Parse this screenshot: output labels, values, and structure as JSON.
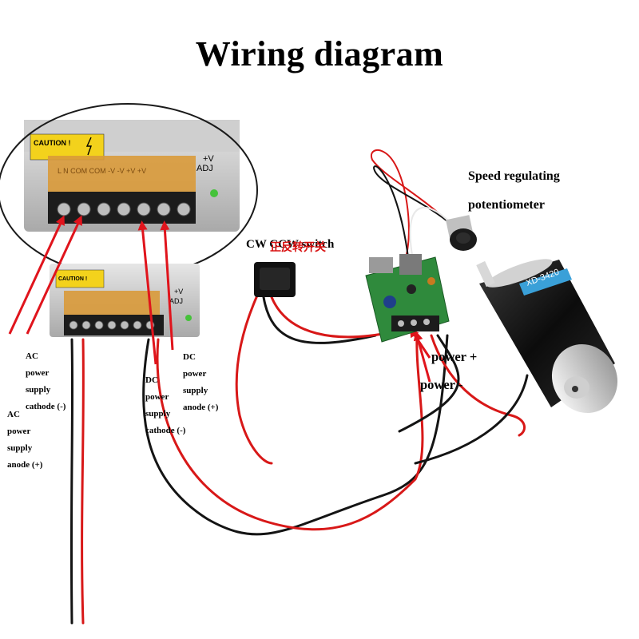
{
  "title": "Wiring diagram",
  "labels": {
    "ac_cathode": [
      "AC",
      "power",
      "supply",
      "cathode (-)"
    ],
    "ac_anode": [
      "AC",
      "power",
      "supply",
      "anode (+)"
    ],
    "dc_cathode": [
      "DC",
      "power",
      "supply",
      "cathode (-)"
    ],
    "dc_anode": [
      "DC",
      "power",
      "supply",
      "anode (+)"
    ],
    "speed_line1": "Speed regulating",
    "speed_line2": "potentiometer",
    "switch": "CW CCW switch",
    "switch_cn": "正反转开关",
    "power_plus": "power +",
    "power_minus": "power -"
  },
  "device_text": {
    "caution": "CAUTION !",
    "adj": "+V ADJ",
    "motor_model": "XD-3420"
  },
  "colors": {
    "arrow": "#e0141c",
    "wire_red": "#d81818",
    "wire_black": "#141414",
    "psu_metal": "#c8c8c8",
    "terminal_cover": "#d99a3a",
    "pcb": "#2f8a3c",
    "motor_body": "#1a1a1a"
  }
}
